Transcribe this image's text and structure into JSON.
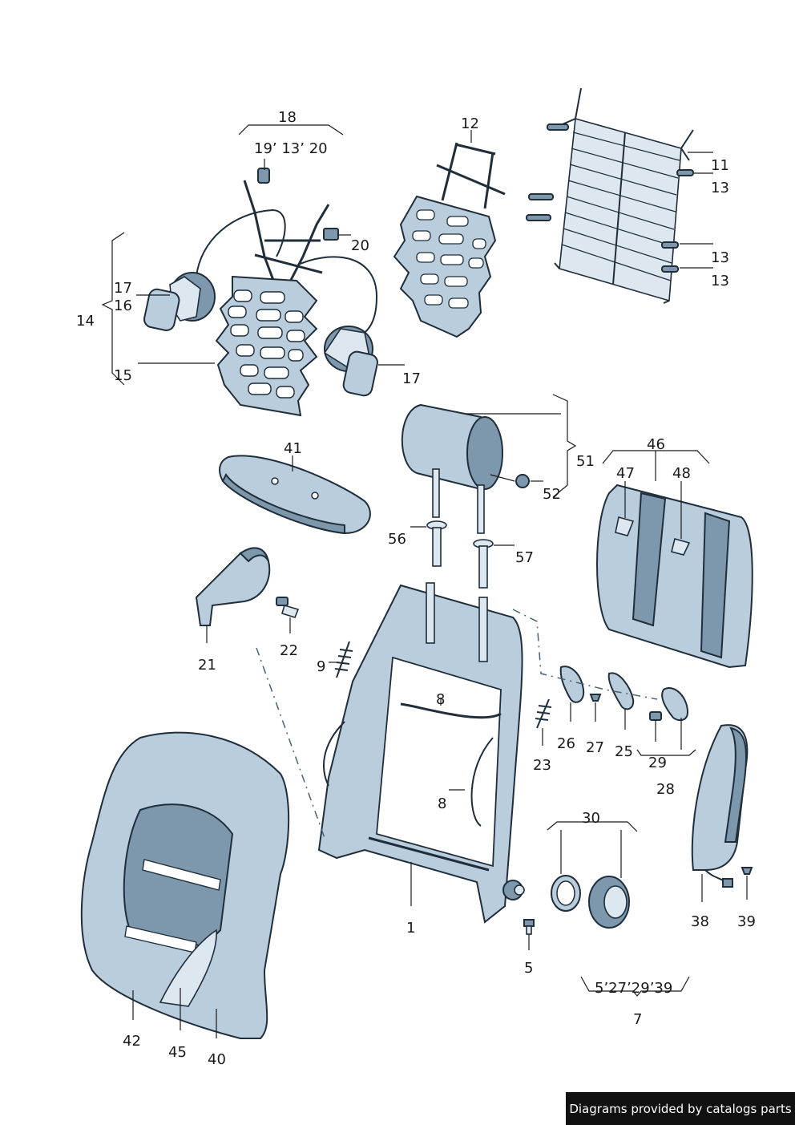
{
  "callouts": {
    "c1": "1",
    "c5": "5",
    "c7": "7",
    "c8a": "8",
    "c8b": "8",
    "c9": "9",
    "c11": "11",
    "c12": "12",
    "c13a": "13",
    "c13b": "13",
    "c13c": "13",
    "c14": "14",
    "c15": "15",
    "c16": "16",
    "c17a": "17",
    "c17b": "17",
    "c18": "18",
    "c18sub": "19’ 13’ 20",
    "c20": "20",
    "c21": "21",
    "c22": "22",
    "c23": "23",
    "c25": "25",
    "c26": "26",
    "c27": "27",
    "c28": "28",
    "c29": "29",
    "c30": "30",
    "c38": "38",
    "c39": "39",
    "c40": "40",
    "c41": "41",
    "c42": "42",
    "c45": "45",
    "c46": "46",
    "c47": "47",
    "c48": "48",
    "c51": "51",
    "c52": "52",
    "c56": "56",
    "c57": "57",
    "c7sub": "5’27’29’39"
  },
  "watermark": "Diagrams provided by catalogs parts"
}
